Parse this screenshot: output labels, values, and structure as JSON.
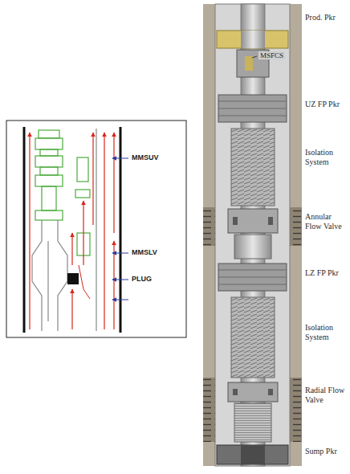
{
  "diagram": {
    "labels": [
      "MMSUV",
      "MMSLV",
      "PLUG",
      "Prod. Pkr",
      "MSFCS",
      "UZ FP Pkr",
      "Isolation System",
      "Annular Flow Valve",
      "LZ FP Pkr",
      "Isolation System",
      "Radial Flow Valve",
      "Sump Pkr"
    ]
  }
}
